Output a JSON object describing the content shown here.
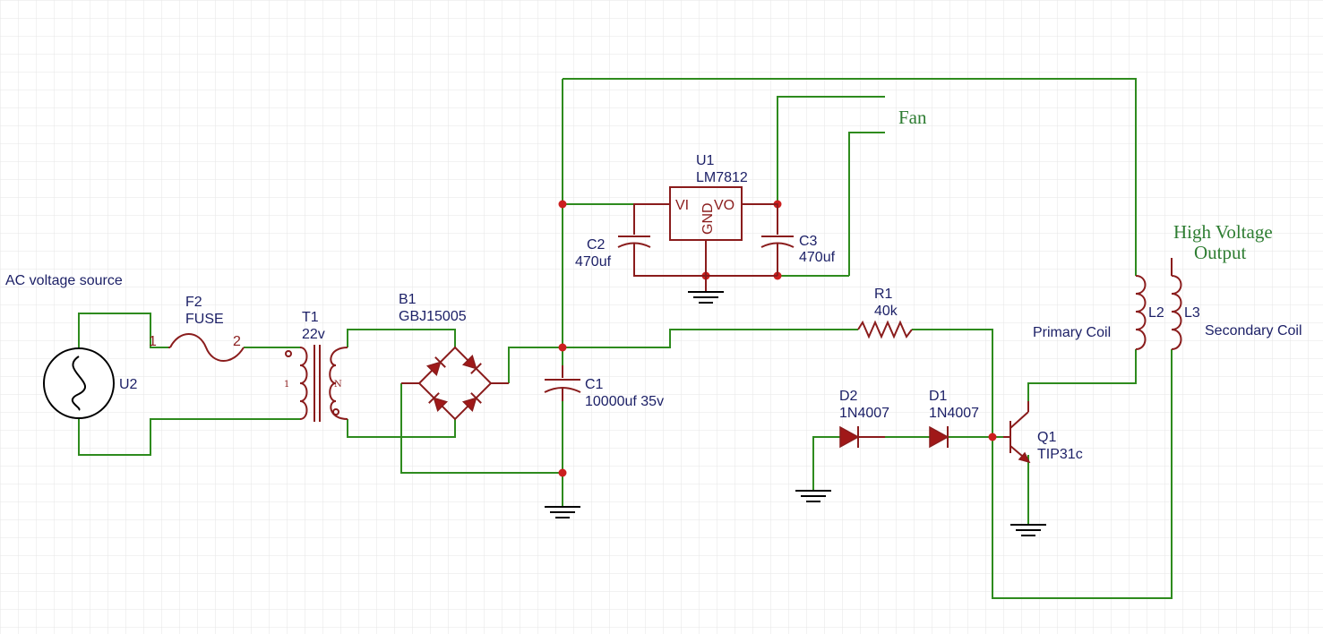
{
  "colors": {
    "wire": "#2e8b1e",
    "component": "#8a1c1c",
    "label": "#1b1f66",
    "note": "#2e7d32",
    "junction": "#cc1f1f",
    "grid": "#e6e6e6"
  },
  "notes": {
    "ac_source": "AC voltage source",
    "fan": "Fan",
    "hv_line1": "High Voltage",
    "hv_line2": "Output",
    "primary_coil": "Primary Coil",
    "secondary_coil": "Secondary Coil"
  },
  "components": {
    "u2": {
      "ref": "U2"
    },
    "f2": {
      "ref": "F2",
      "value": "FUSE",
      "pin1": "1",
      "pin2": "2"
    },
    "t1": {
      "ref": "T1",
      "value": "22v",
      "pin_left": "1",
      "pin_right": "N"
    },
    "b1": {
      "ref": "B1",
      "value": "GBJ15005"
    },
    "c1": {
      "ref": "C1",
      "value": "10000uf 35v"
    },
    "c2": {
      "ref": "C2",
      "value": "470uf"
    },
    "c3": {
      "ref": "C3",
      "value": "470uf"
    },
    "u1": {
      "ref": "U1",
      "value": "LM7812",
      "pin_in": "VI",
      "pin_gnd": "GND",
      "pin_out": "VO"
    },
    "r1": {
      "ref": "R1",
      "value": "40k"
    },
    "d1": {
      "ref": "D1",
      "value": "1N4007"
    },
    "d2": {
      "ref": "D2",
      "value": "1N4007"
    },
    "q1": {
      "ref": "Q1",
      "value": "TIP31c"
    },
    "l2": {
      "ref": "L2"
    },
    "l3": {
      "ref": "L3"
    }
  }
}
